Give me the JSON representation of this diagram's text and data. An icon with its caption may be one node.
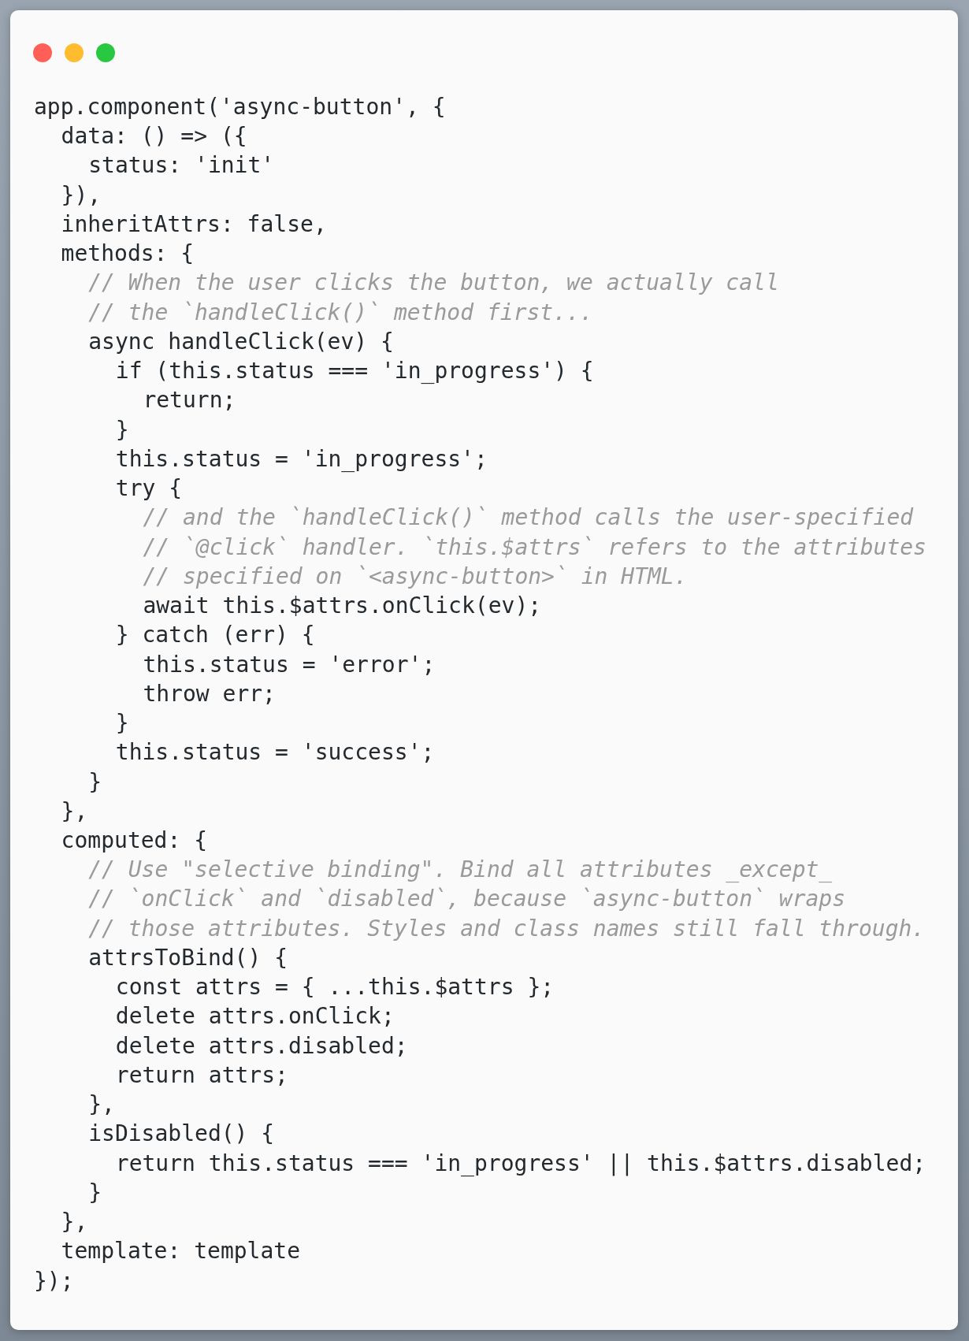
{
  "diagram": {
    "labels": [
      "app.component('async-button', {",
      "data: () => ({",
      "status: 'init'",
      "}),",
      "inheritAttrs: false,",
      "methods: {",
      "// When the user clicks the button, we actually call",
      "// the `handleClick()` method first...",
      "async handleClick(ev) {",
      "if (this.status === 'in_progress') {",
      "return;",
      "}",
      "this.status = 'in_progress';",
      "try {",
      "// and the `handleClick()` method calls the user-specified",
      "// `@click` handler. `this.$attrs` refers to the attributes",
      "// specified on `<async-button>` in HTML.",
      "await this.$attrs.onClick(ev);",
      "} catch (err) {",
      "this.status = 'error';",
      "throw err;",
      "}",
      "this.status = 'success';",
      "}",
      "},",
      "computed: {",
      "// Use \"selective binding\". Bind all attributes _except_",
      "// `onClick` and `disabled`, because `async-button` wraps",
      "// those attributes. Styles and class names still fall through.",
      "attrsToBind() {",
      "const attrs = { ...this.$attrs };",
      "delete attrs.onClick;",
      "delete attrs.disabled;",
      "return attrs;",
      "},",
      "isDisabled() {",
      "return this.status === 'in_progress' || this.$attrs.disabled;",
      "}",
      "},",
      "template: template",
      "});"
    ]
  }
}
